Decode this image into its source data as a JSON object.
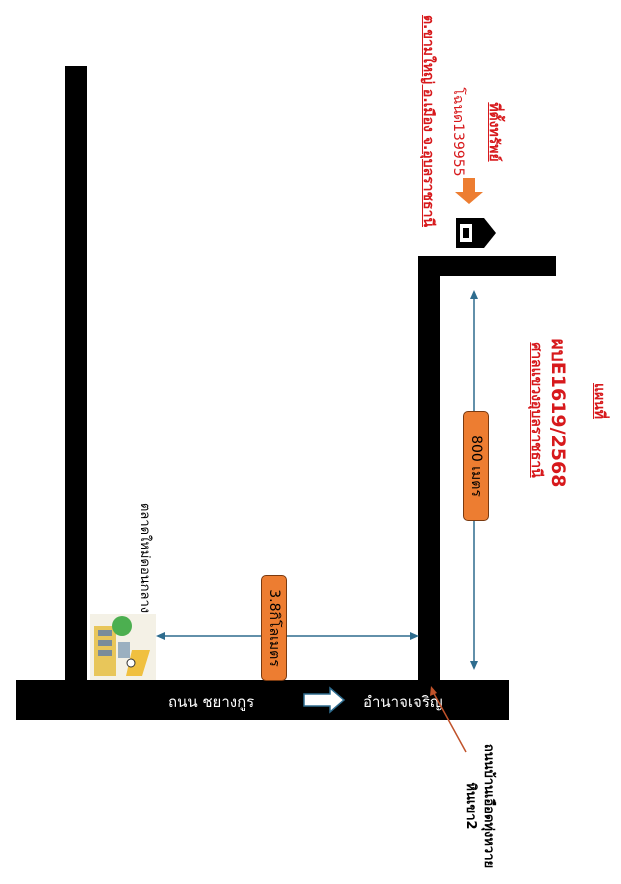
{
  "map": {
    "property_title": "ที่ตั้งทรัพย์",
    "deed": "โฉนด139955",
    "location": "ต.ขามใหญ่ อ.เมือง จ.อุบลราชธานี",
    "map_title": "แผนที่",
    "case_number": "ผบE1619/2568",
    "court": "ศาลแขวงอุบลราชธานี",
    "distance_side": "800 เมตร",
    "distance_main": "3.8กิโลเมตร",
    "market_label": "ตลาดใหม่ดอนกลาง",
    "main_road_left": "ถนน ชยางกูร",
    "main_road_right": "อำนาจเจริญ",
    "side_road_label": "ถนนบ้านเอือดทุ่งหวายหินเขา2",
    "colors": {
      "road": "#000000",
      "accent_red": "#d7191c",
      "pill_orange": "#ed7d31",
      "arrow_blue": "#2e6c8e"
    }
  }
}
